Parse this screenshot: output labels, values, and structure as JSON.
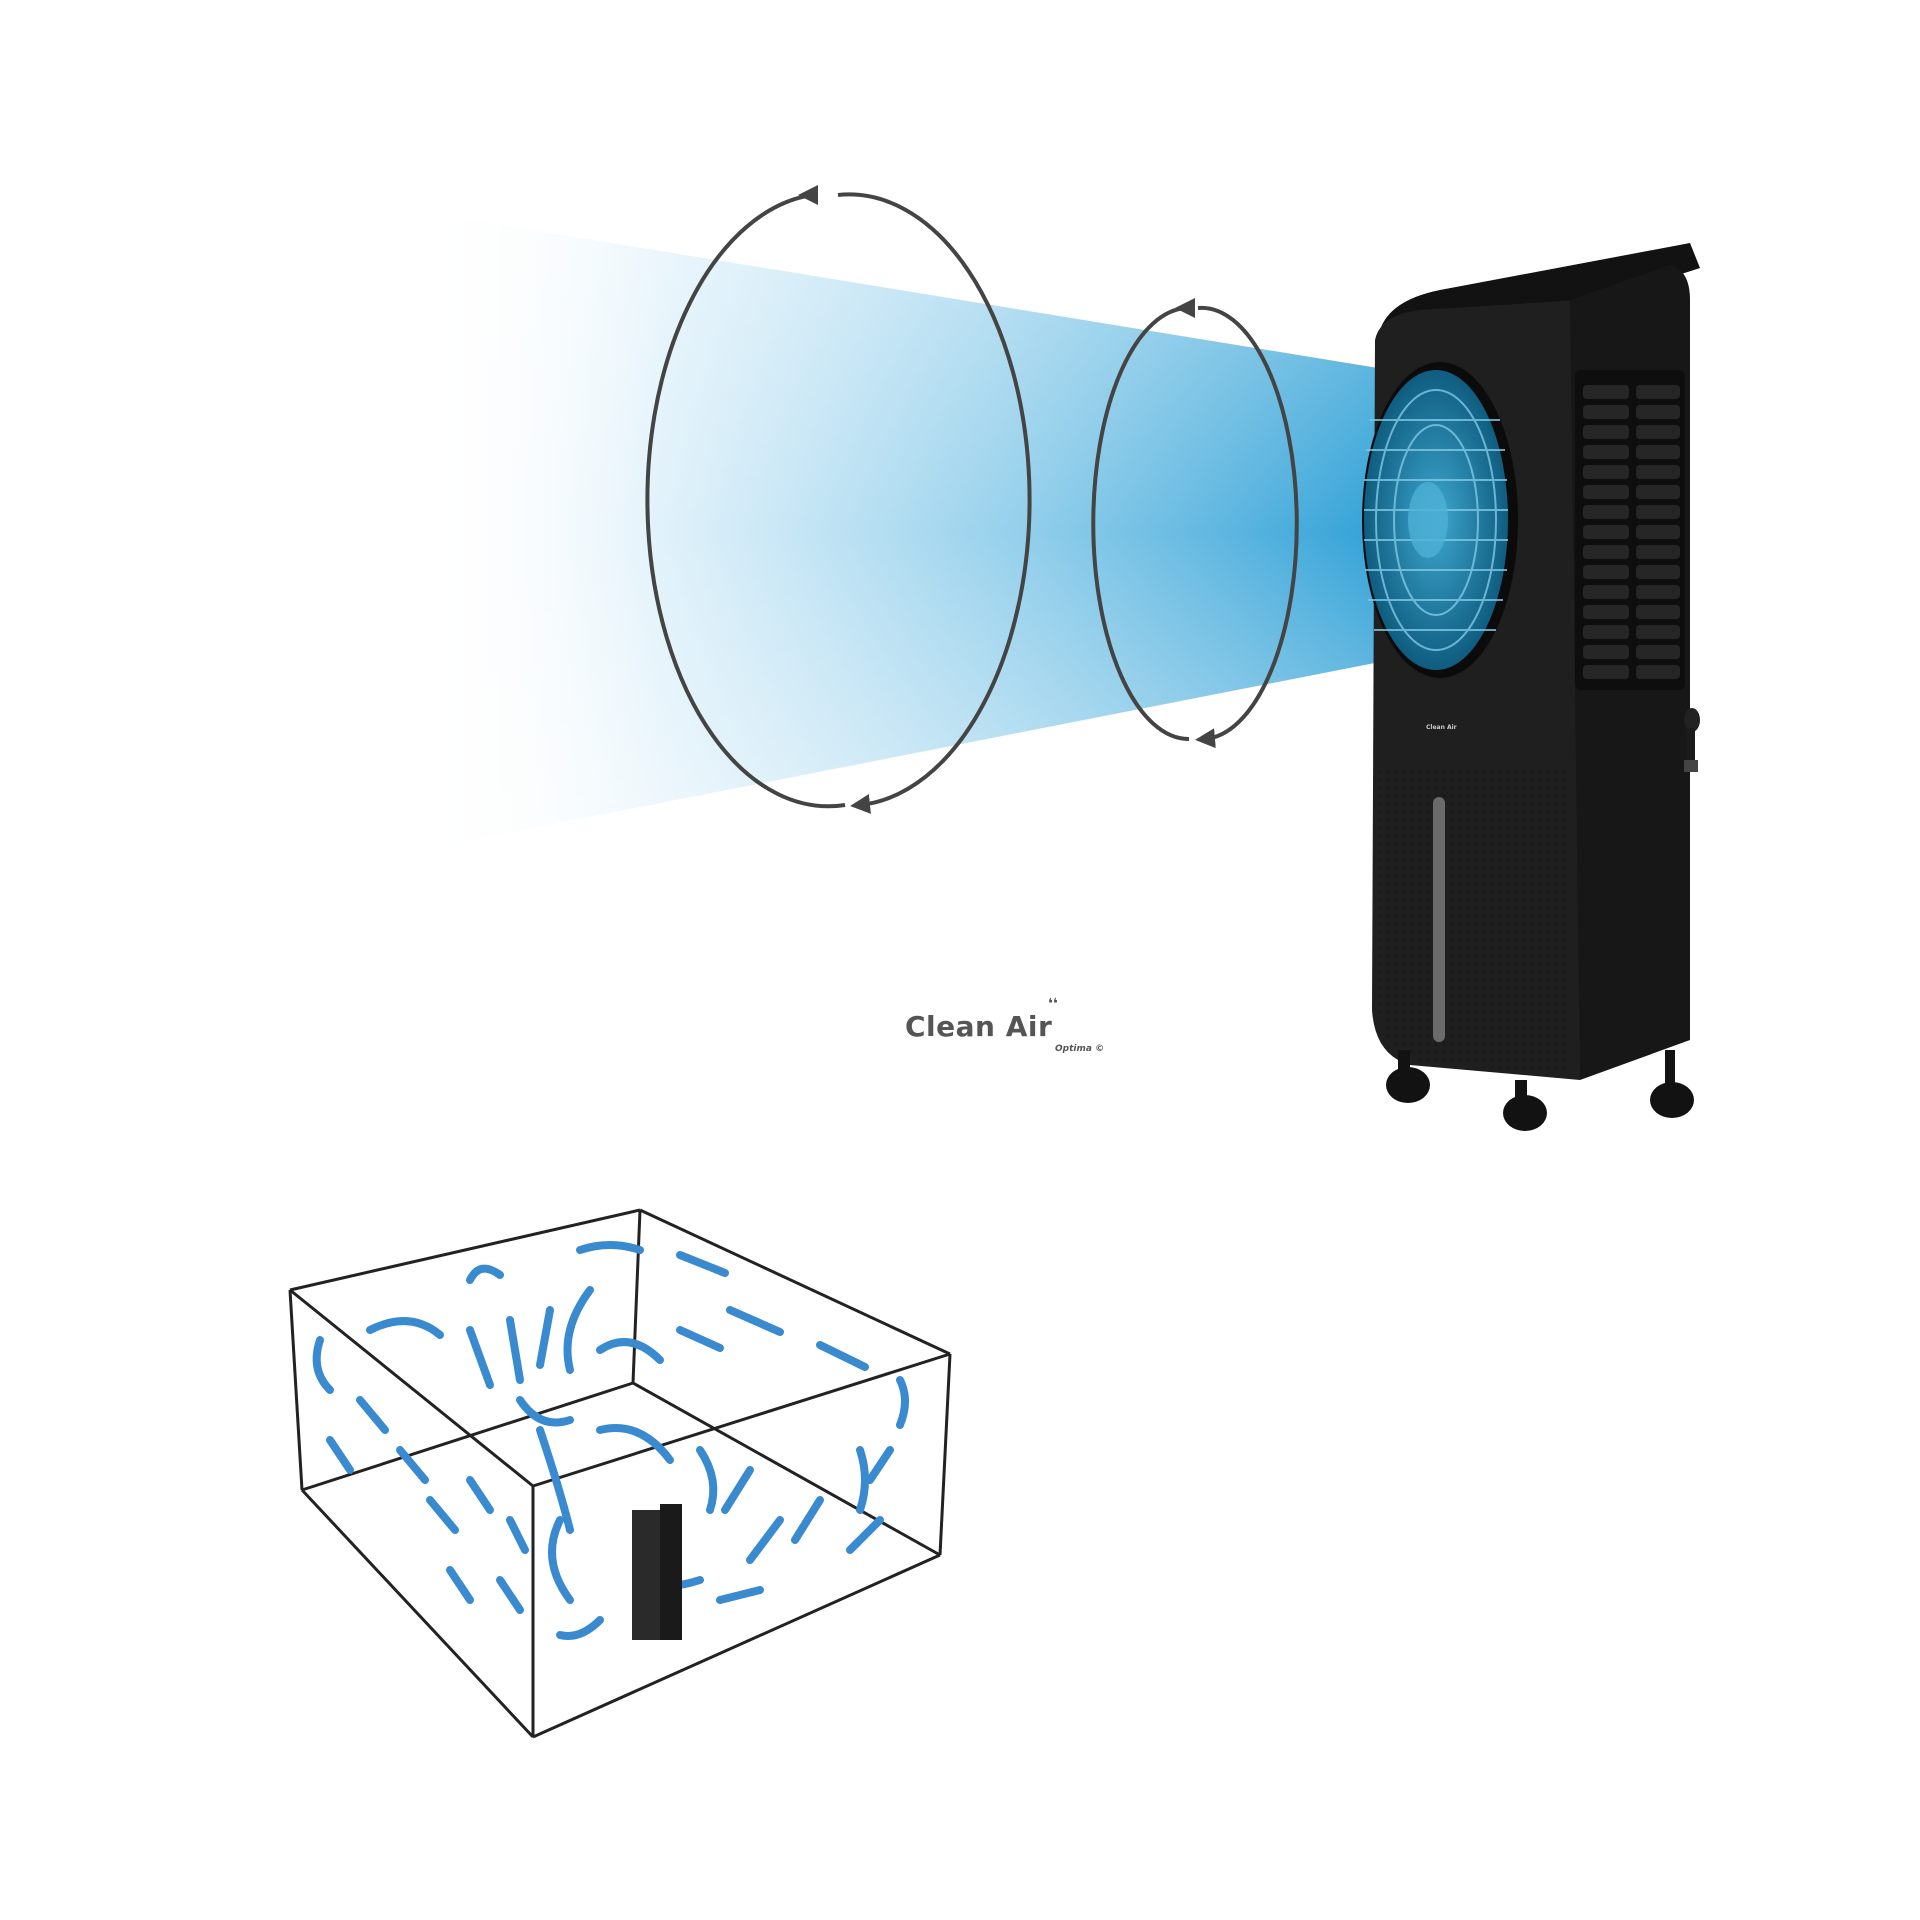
{
  "image": {
    "description": "Air cooler product illustration with airflow diagram and room circulation diagram",
    "colors": {
      "background": "#ffffff",
      "airflow_blue": "#3aa6d8",
      "airflow_light": "#d6ecf7",
      "device_body": "#1d1d1d",
      "arrow_outline": "#444444",
      "room_arrows": "#3a8ad0",
      "room_edges": "#222222"
    }
  },
  "brand_logo": {
    "name": "Clean Air",
    "subtitle": "Optima",
    "mark": "©",
    "quote_mark": "❛❛"
  },
  "device": {
    "label": "Clean Air Optima air cooler",
    "badge_text": "Clean Air",
    "icons": [
      "fan-grille-icon",
      "vent-slots-icon",
      "water-level-window-icon",
      "caster-wheel-icon",
      "side-knob-icon"
    ]
  },
  "airflow": {
    "rotation_rings": [
      {
        "name": "large-ring",
        "direction": "clockwise"
      },
      {
        "name": "small-ring",
        "direction": "clockwise"
      }
    ]
  },
  "room_diagram": {
    "label": "3D room circulation diagram",
    "unit_label": "air cooler in room corner"
  }
}
